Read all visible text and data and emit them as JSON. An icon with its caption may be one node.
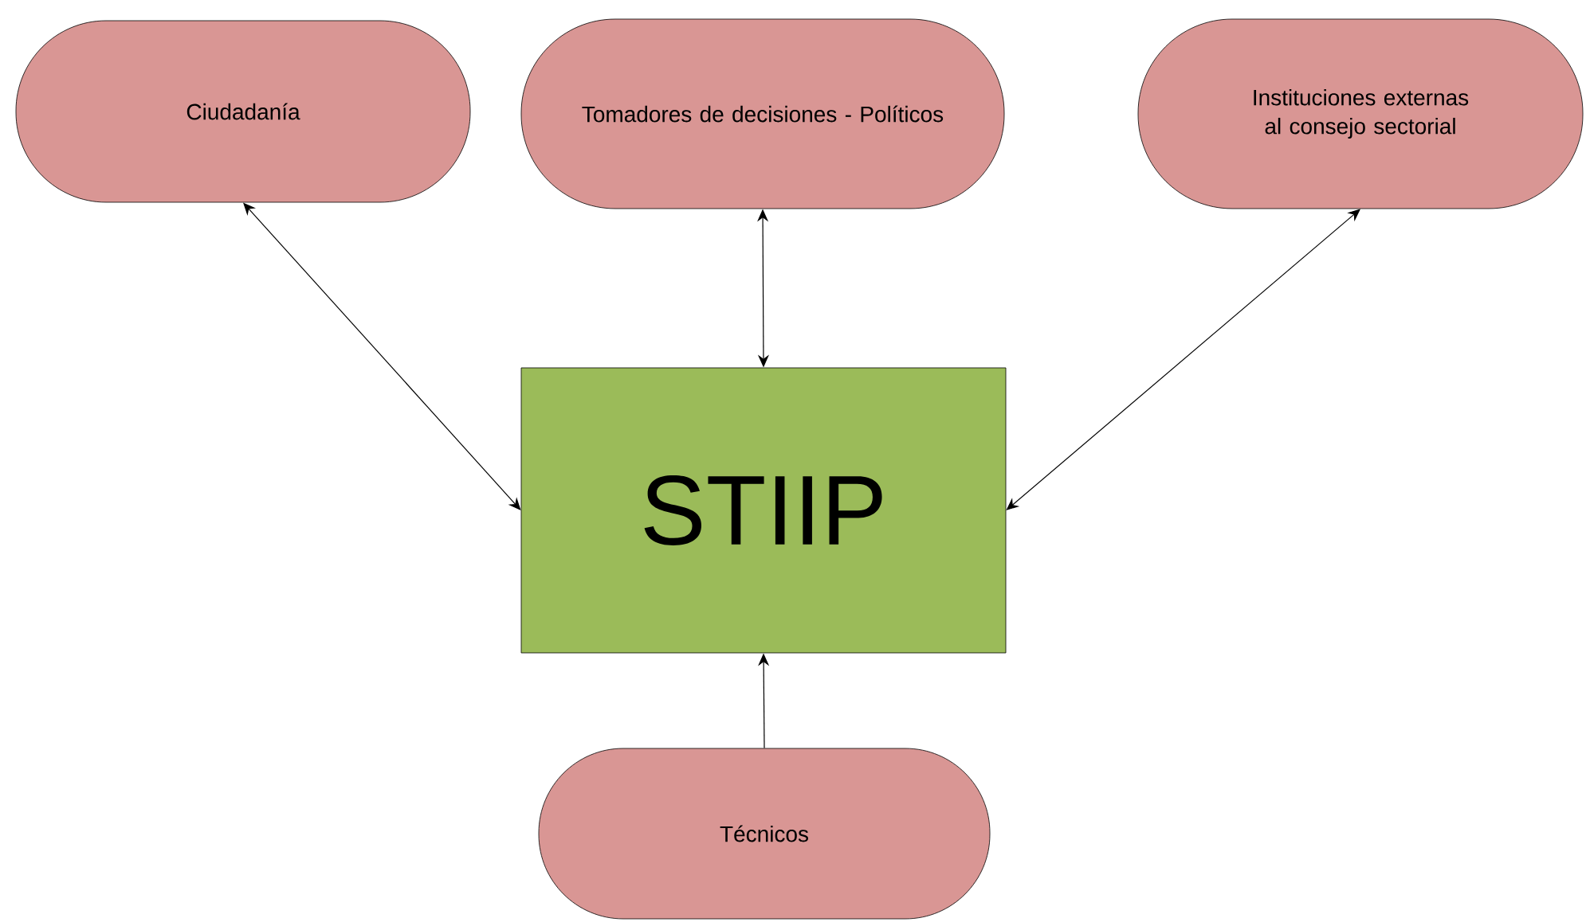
{
  "diagram": {
    "nodes": [
      {
        "text": [
          "Ciudadanía"
        ]
      },
      {
        "text": [
          "Tomadores de decisiones - Políticos"
        ]
      },
      {
        "text": [
          "Instituciones externas al consejo sectorial"
        ]
      },
      {
        "text": [
          "STIIP"
        ]
      },
      {
        "text": [
          "Técnicos"
        ]
      }
    ],
    "edges": [
      {
        "from": 0,
        "to": 3,
        "arrow": "both"
      },
      {
        "from": 1,
        "to": 3,
        "arrow": "both"
      },
      {
        "from": 2,
        "to": 3,
        "arrow": "both"
      },
      {
        "from": 4,
        "to": 3,
        "arrow": "to"
      }
    ]
  }
}
